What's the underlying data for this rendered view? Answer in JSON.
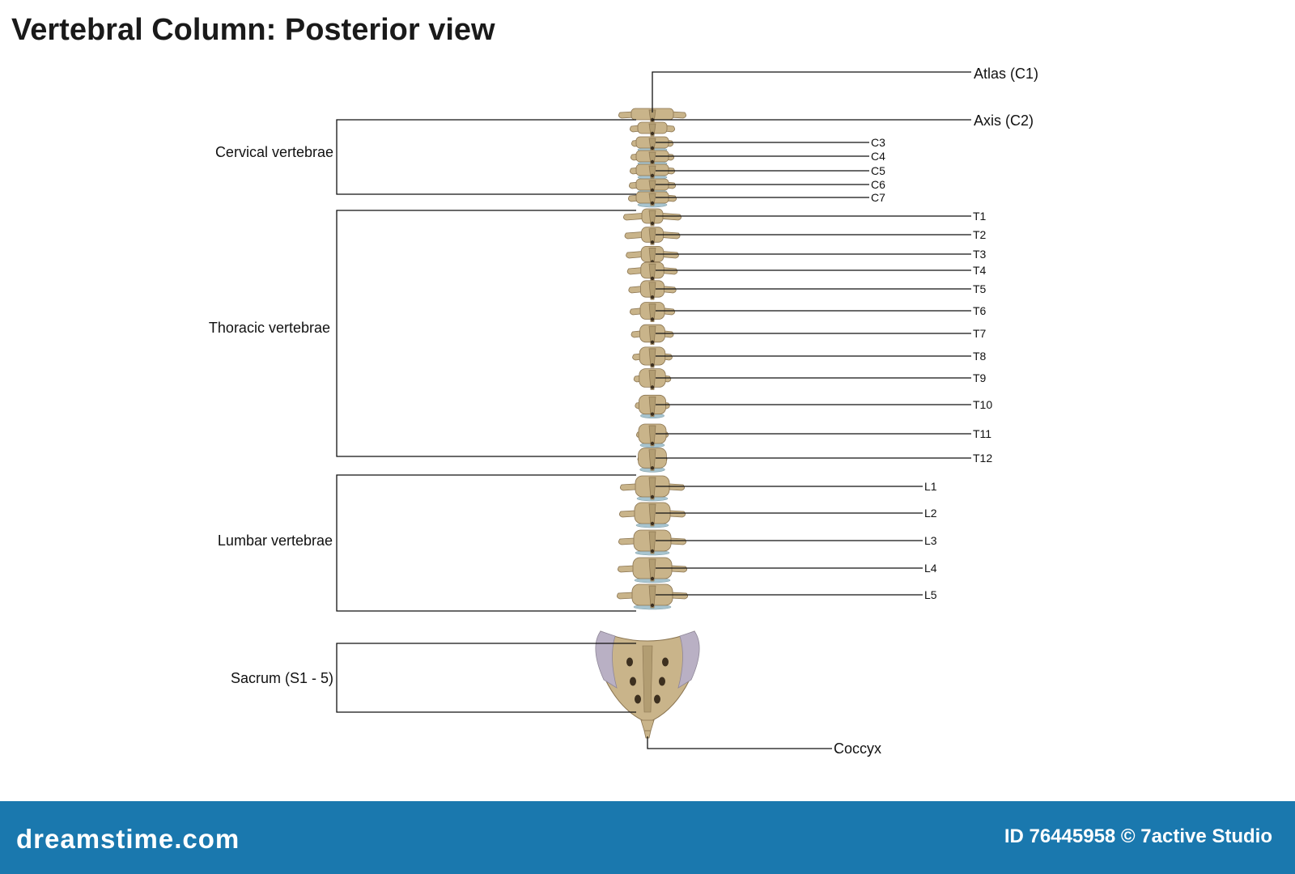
{
  "title": "Vertebral Column: Posterior view",
  "groups": {
    "cervical": "Cervical vertebrae",
    "thoracic": "Thoracic vertebrae",
    "lumbar": "Lumbar vertebrae",
    "sacrum": "Sacrum (S1 - 5)"
  },
  "labels": {
    "atlas": "Atlas (C1)",
    "axis": "Axis (C2)",
    "coccyx": "Coccyx",
    "cervical": [
      "C3",
      "C4",
      "C5",
      "C6",
      "C7"
    ],
    "thoracic": [
      "T1",
      "T2",
      "T3",
      "T4",
      "T5",
      "T6",
      "T7",
      "T8",
      "T9",
      "T10",
      "T11",
      "T12"
    ],
    "lumbar": [
      "L1",
      "L2",
      "L3",
      "L4",
      "L5"
    ]
  },
  "footer": {
    "logo": "dreamstime.com",
    "stock_id": "ID 76445958 © 7active Studio"
  },
  "colors": {
    "bone": "#c9b48a",
    "bone_dark": "#8a7450",
    "disc": "#a7c4cf",
    "footer": "#1a78ae"
  }
}
